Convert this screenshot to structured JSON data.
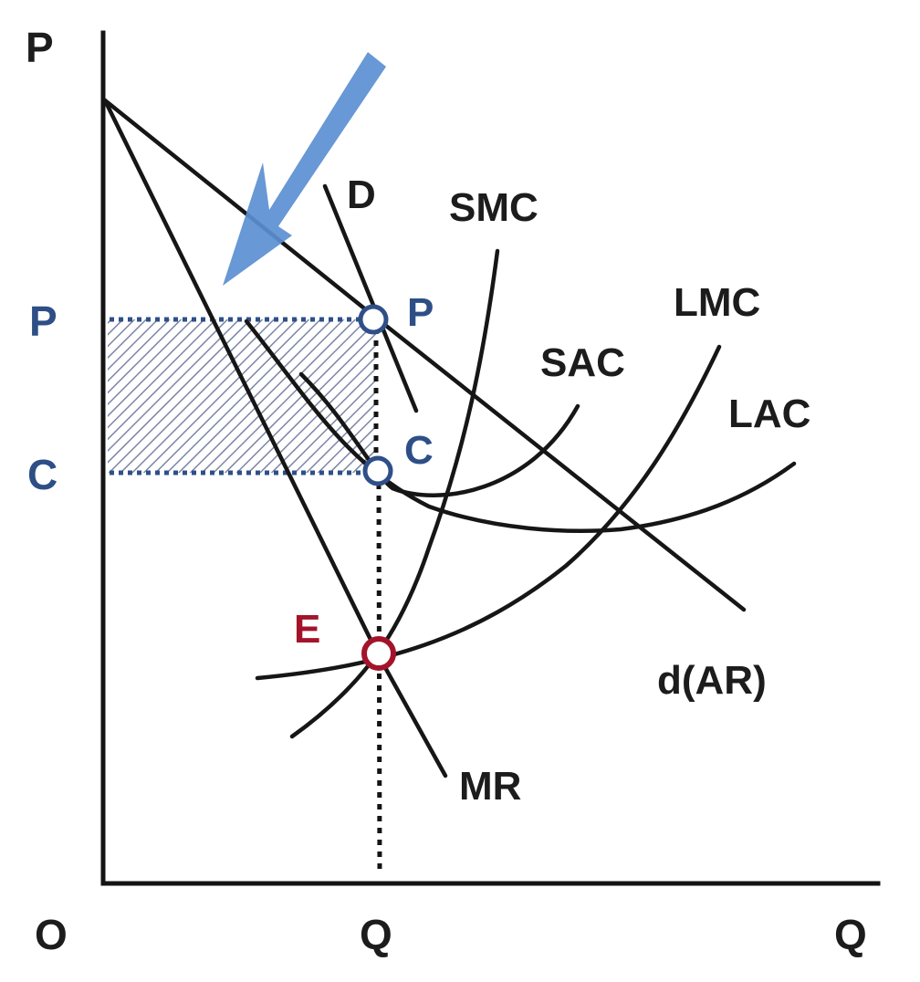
{
  "axes": {
    "y_label": "P",
    "x_label": "Q",
    "origin_label": "O",
    "y_tick_p": "P",
    "y_tick_c": "C",
    "x_tick_q": "Q"
  },
  "curves": {
    "d_label": "D",
    "smc_label": "SMC",
    "lmc_label": "LMC",
    "sac_label": "SAC",
    "lac_label": "LAC",
    "ar_label": "d(AR)",
    "mr_label": "MR"
  },
  "points": {
    "p_label": "P",
    "c_label": "C",
    "e_label": "E"
  },
  "colors": {
    "axis": "#141414",
    "curve": "#161616",
    "highlight_blue": "#2d4f86",
    "equilibrium_red": "#a3142b",
    "arrow": "#5b8fd1",
    "hatch": "#7b86a6"
  },
  "icons": {
    "pointer": "arrow-down-left-icon"
  }
}
